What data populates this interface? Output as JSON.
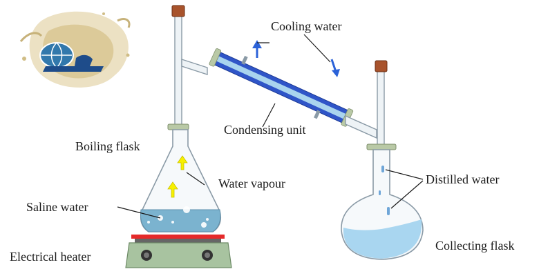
{
  "labels": {
    "cooling_water": "Cooling water",
    "condensing_unit": "Condensing unit",
    "boiling_flask": "Boiling flask",
    "water_vapour": "Water vapour",
    "saline_water": "Saline water",
    "electrical_heater": "Electrical heater",
    "distilled_water": "Distilled water",
    "collecting_flask": "Collecting flask"
  },
  "colors": {
    "condenser_blue": "#2f55c8",
    "condenser_core": "#a9d4ee",
    "saline_water": "#7bb3cf",
    "distilled_water": "#a9d6f0",
    "heater_plate": "#e52a2a",
    "heater_base": "#a8c3a0",
    "stopper": "#a8532c",
    "vapour_arrow": "#f7f000",
    "flow_arrow": "#2b62d8"
  },
  "icons": {
    "logo": "splash-logo",
    "vapour": "up-arrow-icon",
    "coolant_flow": "arrow-icon"
  }
}
